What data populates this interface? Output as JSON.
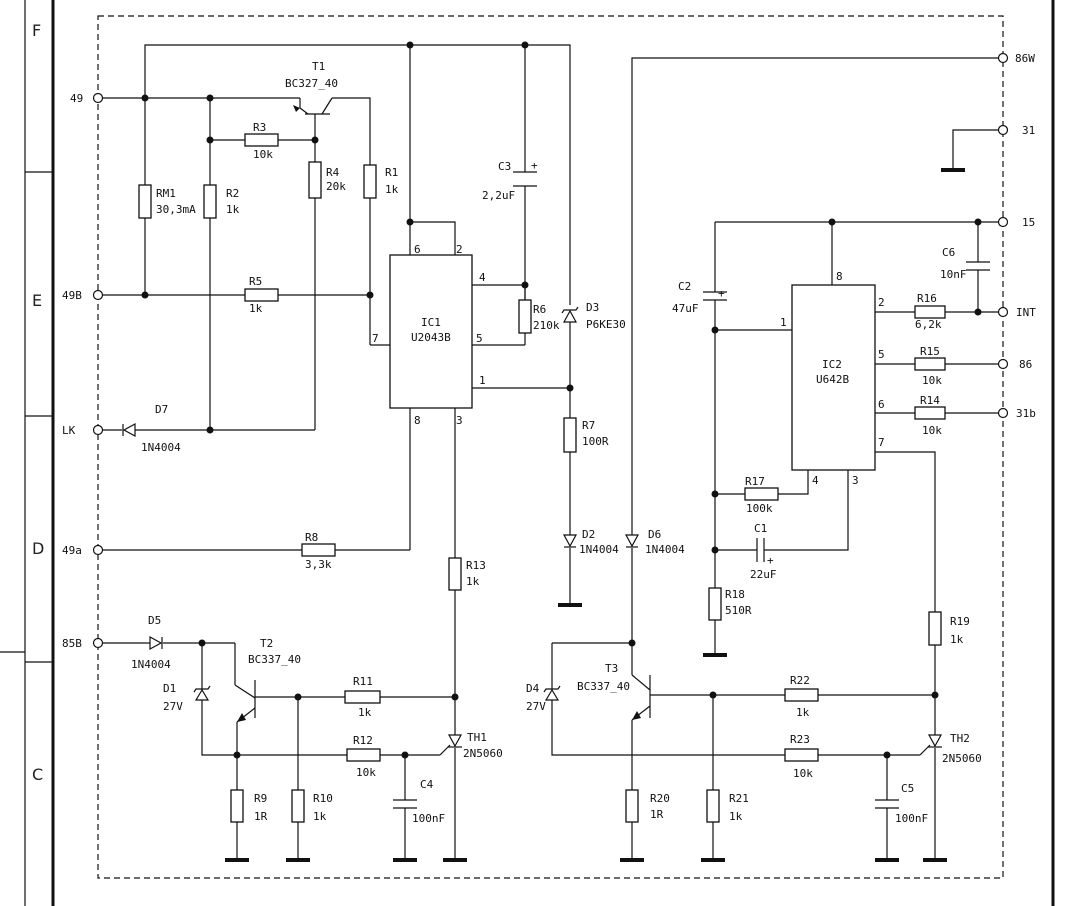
{
  "grid_zones": [
    "F",
    "E",
    "D",
    "C"
  ],
  "terminals": {
    "t49": "49",
    "t49b": "49B",
    "tlk": "LK",
    "t49a": "49a",
    "t85b": "85B",
    "t86w": "86W",
    "t31": "31",
    "t15": "15",
    "tint": "INT",
    "t86": "86",
    "t31b": "31b"
  },
  "ic": {
    "ic1_ref": "IC1",
    "ic1_part": "U2043B",
    "ic1_pins": {
      "p6": "6",
      "p2": "2",
      "p4": "4",
      "p5": "5",
      "p7": "7",
      "p1": "1",
      "p8": "8",
      "p3": "3"
    },
    "ic2_ref": "IC2",
    "ic2_part": "U642B",
    "ic2_pins": {
      "p8": "8",
      "p1": "1",
      "p2": "2",
      "p5": "5",
      "p6": "6",
      "p7": "7",
      "p4": "4",
      "p3": "3"
    }
  },
  "resistors": {
    "r3": {
      "ref": "R3",
      "val": "10k"
    },
    "r4": {
      "ref": "R4",
      "val": "20k"
    },
    "r1": {
      "ref": "R1",
      "val": "1k"
    },
    "rm1": {
      "ref": "RM1",
      "val": "30,3mA"
    },
    "r2": {
      "ref": "R2",
      "val": "1k"
    },
    "r5": {
      "ref": "R5",
      "val": "1k"
    },
    "r6": {
      "ref": "R6",
      "val": "210k"
    },
    "r7": {
      "ref": "R7",
      "val": "100R"
    },
    "r8": {
      "ref": "R8",
      "val": "3,3k"
    },
    "r13": {
      "ref": "R13",
      "val": "1k"
    },
    "r11": {
      "ref": "R11",
      "val": "1k"
    },
    "r12": {
      "ref": "R12",
      "val": "10k"
    },
    "r9": {
      "ref": "R9",
      "val": "1R"
    },
    "r10": {
      "ref": "R10",
      "val": "1k"
    },
    "r16": {
      "ref": "R16",
      "val": "6,2k"
    },
    "r15": {
      "ref": "R15",
      "val": "10k"
    },
    "r14": {
      "ref": "R14",
      "val": "10k"
    },
    "r17": {
      "ref": "R17",
      "val": "100k"
    },
    "r18": {
      "ref": "R18",
      "val": "510R"
    },
    "r19": {
      "ref": "R19",
      "val": "1k"
    },
    "r22": {
      "ref": "R22",
      "val": "1k"
    },
    "r23": {
      "ref": "R23",
      "val": "10k"
    },
    "r20": {
      "ref": "R20",
      "val": "1R"
    },
    "r21": {
      "ref": "R21",
      "val": "1k"
    }
  },
  "capacitors": {
    "c3": {
      "ref": "C3",
      "val": "2,2uF"
    },
    "c2": {
      "ref": "C2",
      "val": "47uF"
    },
    "c6": {
      "ref": "C6",
      "val": "10nF"
    },
    "c1": {
      "ref": "C1",
      "val": "22uF"
    },
    "c4": {
      "ref": "C4",
      "val": "100nF"
    },
    "c5": {
      "ref": "C5",
      "val": "100nF"
    }
  },
  "semis": {
    "t1": {
      "ref": "T1",
      "val": "BC327_40"
    },
    "t2": {
      "ref": "T2",
      "val": "BC337_40"
    },
    "t3": {
      "ref": "T3",
      "val": "BC337_40"
    },
    "d7": {
      "ref": "D7",
      "val": "1N4004"
    },
    "d3": {
      "ref": "D3",
      "val": "P6KE30"
    },
    "d2": {
      "ref": "D2",
      "val": "1N4004"
    },
    "d6": {
      "ref": "D6",
      "val": "1N4004"
    },
    "d5": {
      "ref": "D5",
      "val": "1N4004"
    },
    "d1": {
      "ref": "D1",
      "val": "27V"
    },
    "d4": {
      "ref": "D4",
      "val": "27V"
    },
    "th1": {
      "ref": "TH1",
      "val": "2N5060"
    },
    "th2": {
      "ref": "TH2",
      "val": "2N5060"
    }
  },
  "plus_sign": "+"
}
